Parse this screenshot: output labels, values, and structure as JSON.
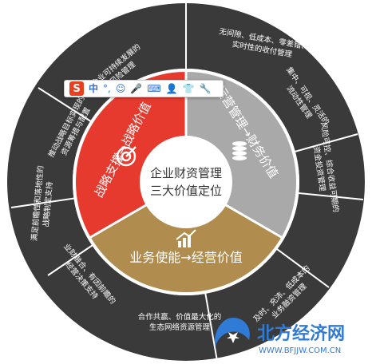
{
  "center": {
    "line1": "企业财资管理",
    "line2": "三大价值定位"
  },
  "segments": [
    {
      "label": "战略支撑",
      "arrow": "→",
      "result": "战略价值",
      "color": "#e63a2e",
      "icon": "target-icon"
    },
    {
      "label": "运营管理",
      "arrow": "→",
      "result": "财务价值",
      "color": "#a9a9a9",
      "icon": "coins-icon"
    },
    {
      "label": "业务使能",
      "arrow": "→",
      "result": "经营价值",
      "color": "#b08d4e",
      "icon": "growth-chart-icon"
    }
  ],
  "outer_texts": [
    {
      "lines": [
        "保障企业可持续发展的",
        "全面风险管理"
      ]
    },
    {
      "lines": [
        "推动战略目标实现的",
        "资源筹措与配置"
      ]
    },
    {
      "lines": [
        "满足前瞻性和落地性的",
        "战略制定支持"
      ]
    },
    {
      "lines": [
        "无间隙、低成本、零差错、",
        "实时性的收付管理"
      ]
    },
    {
      "lines": [
        "集中、可视、灵活的",
        "流动性管理"
      ]
    },
    {
      "lines": [
        "风险可控、综合收益可期的",
        "资金投资管理"
      ]
    },
    {
      "lines": [
        "及时、充沛、低成本的",
        "业务融资管理"
      ]
    },
    {
      "lines": [
        "合作共赢、价值最大化的",
        "生态网络资源管理"
      ]
    },
    {
      "lines": [
        "业财融合、有因前瞻的",
        "经营决策支持"
      ]
    }
  ],
  "ime_toolbar": {
    "logo": "S",
    "items": [
      "中",
      "°,",
      "☺",
      "🎤",
      "⌨",
      "👤",
      "👕",
      "🔧"
    ],
    "icons": [
      "sogou-logo-icon",
      "lang-toggle-icon",
      "punctuation-icon",
      "emoji-icon",
      "microphone-icon",
      "keyboard-icon",
      "user-icon",
      "skin-icon",
      "settings-wrench-icon"
    ]
  },
  "watermark": {
    "brand": "北方经济网",
    "url": "WWW.BFJJW.COM.CN"
  },
  "colors": {
    "ring": "#3a3a3a",
    "red": "#e63a2e",
    "gray": "#a9a9a9",
    "gold": "#b08d4e",
    "divider": "#ffffff"
  }
}
